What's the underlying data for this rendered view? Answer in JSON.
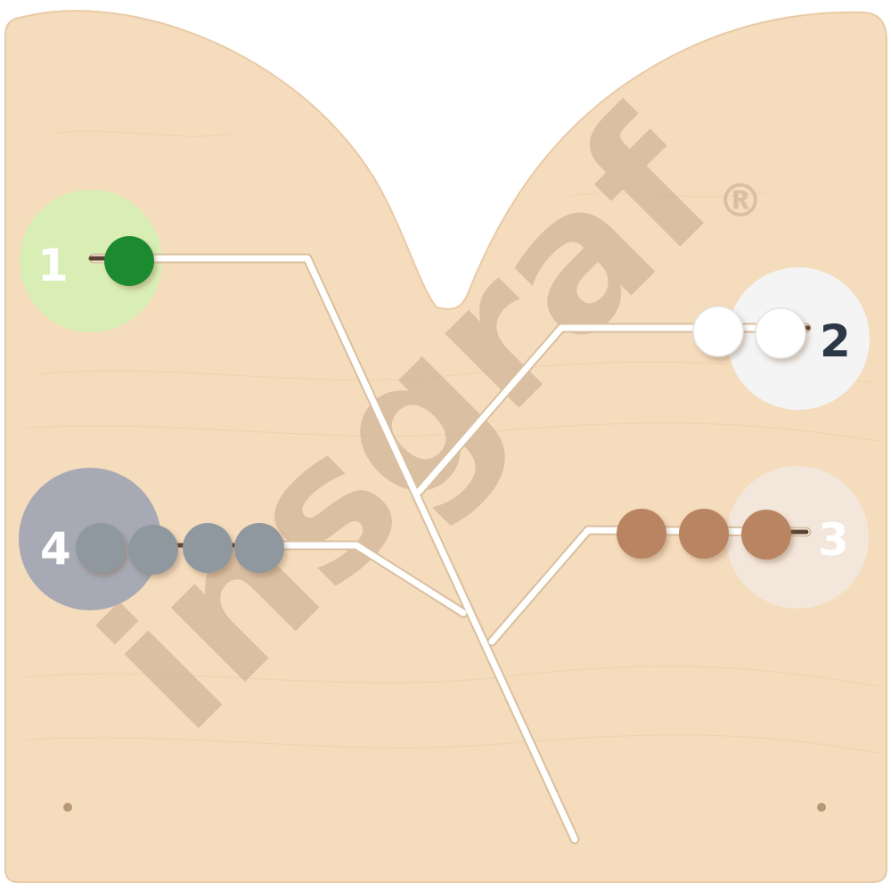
{
  "board": {
    "wood_color": "#f5dcbd",
    "edge_color": "#e9caa6",
    "slot_color": "#ffffff"
  },
  "stations": [
    {
      "label": "1",
      "disc_color": "#d9eeb5",
      "label_color": "#ffffff",
      "bead_color": "#1e8a2e",
      "bead_count": 1
    },
    {
      "label": "2",
      "disc_color": "#f4f4f4",
      "label_color": "#2d3847",
      "bead_color": "#ffffff",
      "bead_count": 2
    },
    {
      "label": "3",
      "disc_color": "#f3e6da",
      "label_color": "#ffffff",
      "bead_color": "#b98462",
      "bead_count": 3
    },
    {
      "label": "4",
      "disc_color": "#a7a9b4",
      "label_color": "#ffffff",
      "bead_color": "#8f979f",
      "bead_count": 4
    }
  ],
  "watermark": {
    "text": "insgraf",
    "registered_mark": "®",
    "color": "#c7a88f"
  }
}
